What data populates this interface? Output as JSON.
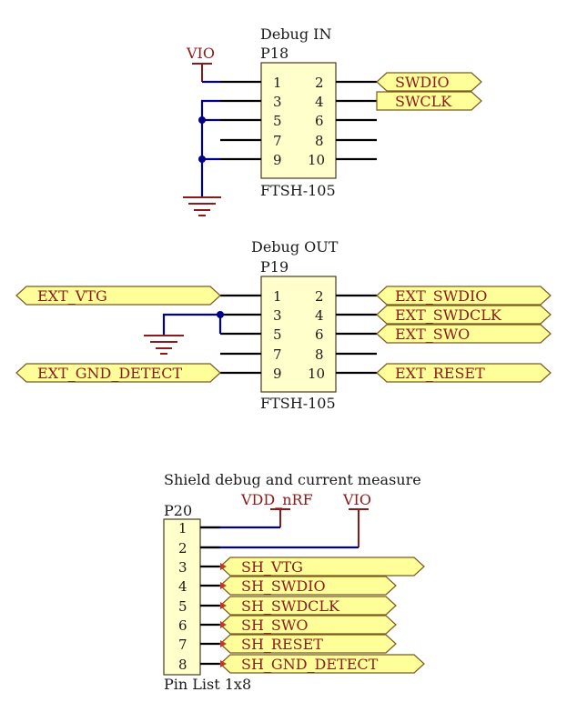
{
  "colors": {
    "wire": "#000000",
    "net_wire": "#00008b",
    "power": "#8b1a1a",
    "flag_fill": "#ffff99",
    "body_fill": "#ffffcc"
  },
  "debug_in": {
    "title": "Debug IN",
    "ref": "P18",
    "part": "FTSH-105",
    "power_label": "VIO",
    "left_pins": [
      "1",
      "3",
      "5",
      "7",
      "9"
    ],
    "right_pins": [
      "2",
      "4",
      "6",
      "8",
      "10"
    ],
    "nets": {
      "pin2": "SWDIO",
      "pin4": "SWCLK"
    }
  },
  "debug_out": {
    "title": "Debug OUT",
    "ref": "P19",
    "part": "FTSH-105",
    "left_pins": [
      "1",
      "3",
      "5",
      "7",
      "9"
    ],
    "right_pins": [
      "2",
      "4",
      "6",
      "8",
      "10"
    ],
    "nets": {
      "pin1": "EXT_VTG",
      "pin9": "EXT_GND_DETECT",
      "pin2": "EXT_SWDIO",
      "pin4": "EXT_SWDCLK",
      "pin6": "EXT_SWO",
      "pin10": "EXT_RESET"
    }
  },
  "shield": {
    "title": "Shield debug and current measure",
    "ref": "P20",
    "part": "Pin List 1x8",
    "power1": "VDD_nRF",
    "power2": "VIO",
    "pins": [
      "1",
      "2",
      "3",
      "4",
      "5",
      "6",
      "7",
      "8"
    ],
    "nets": [
      "SH_VTG",
      "SH_SWDIO",
      "SH_SWDCLK",
      "SH_SWO",
      "SH_RESET",
      "SH_GND_DETECT"
    ]
  }
}
